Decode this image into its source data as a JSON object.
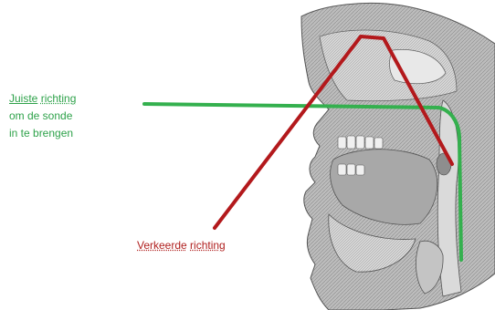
{
  "labels": {
    "correct": {
      "line1_word1": "Juiste",
      "line1_word2": "richting",
      "line2": "om de sonde",
      "line3": "in te brengen"
    },
    "wrong": {
      "word1": "Verkeerde",
      "word2": "richting"
    }
  },
  "colors": {
    "correct_path": "#34b04e",
    "wrong_path": "#b3191c",
    "correct_text": "#2ea24a",
    "wrong_text": "#b0201f"
  }
}
